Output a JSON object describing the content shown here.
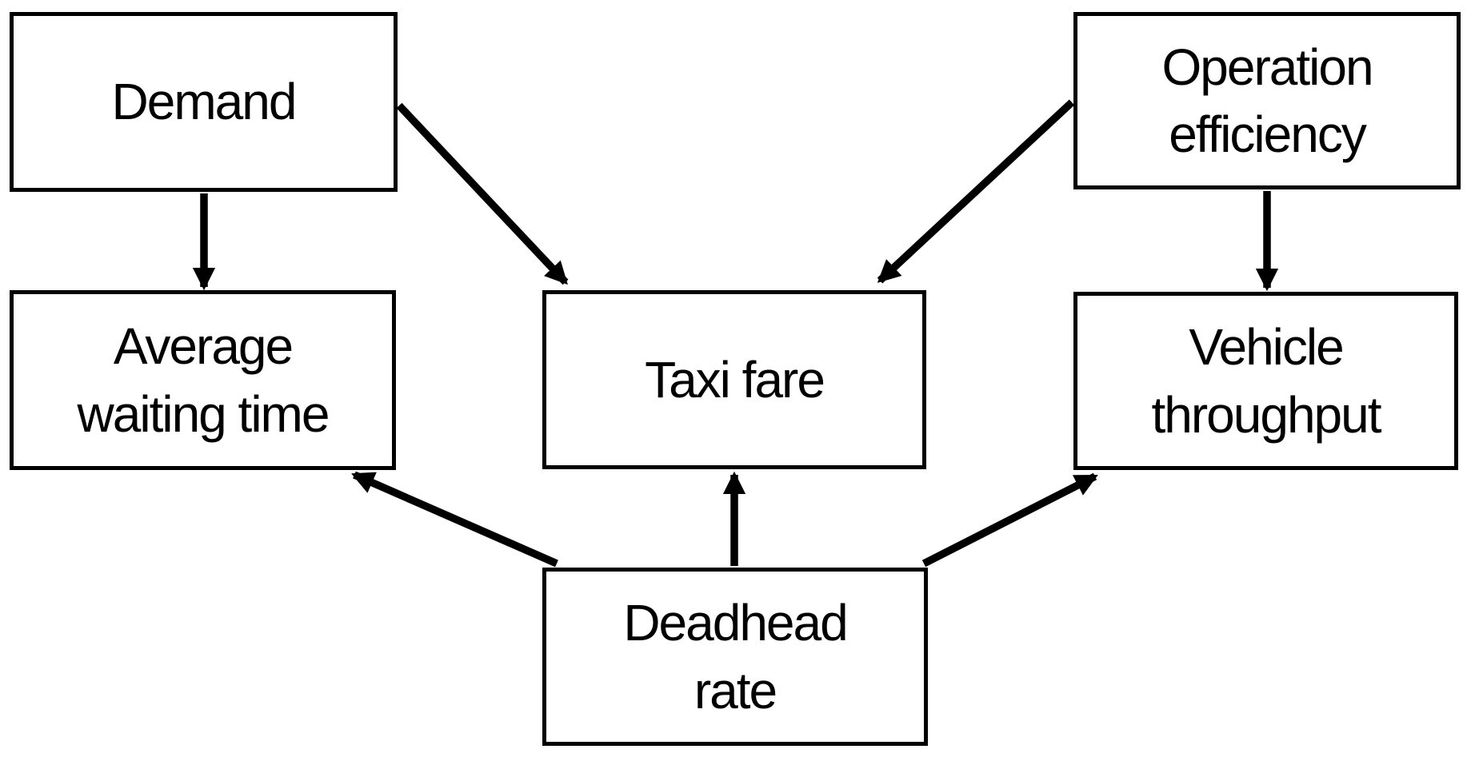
{
  "figure": {
    "type": "causal-diagram",
    "background_color": "#ffffff",
    "stroke_color": "#000000",
    "nodes": [
      {
        "id": "demand",
        "label": "Demand"
      },
      {
        "id": "operation-efficiency",
        "label": "Operation\nefficiency"
      },
      {
        "id": "average-waiting-time",
        "label": "Average\nwaiting time"
      },
      {
        "id": "taxi-fare",
        "label": "Taxi fare"
      },
      {
        "id": "vehicle-throughput",
        "label": "Vehicle\nthroughput"
      },
      {
        "id": "deadhead-rate",
        "label": "Deadhead\nrate"
      }
    ],
    "edges": [
      {
        "from": "demand",
        "to": "average-waiting-time"
      },
      {
        "from": "demand",
        "to": "taxi-fare"
      },
      {
        "from": "operation-efficiency",
        "to": "taxi-fare"
      },
      {
        "from": "operation-efficiency",
        "to": "vehicle-throughput"
      },
      {
        "from": "deadhead-rate",
        "to": "taxi-fare"
      },
      {
        "from": "deadhead-rate",
        "to": "average-waiting-time"
      },
      {
        "from": "deadhead-rate",
        "to": "vehicle-throughput"
      }
    ]
  }
}
